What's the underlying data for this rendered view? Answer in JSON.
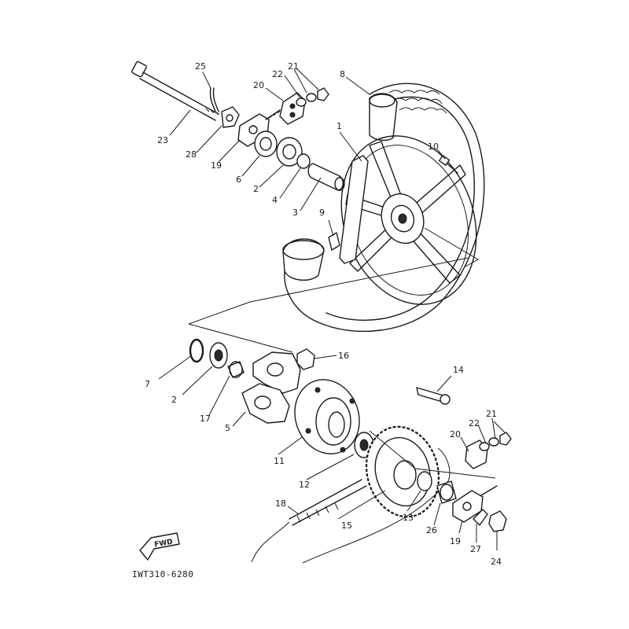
{
  "diagram_code": "IWT310-6280",
  "fwd_label": "FWD",
  "callouts": {
    "c1": "1",
    "c2a": "2",
    "c2b": "2",
    "c3": "3",
    "c4": "4",
    "c5": "5",
    "c6": "6",
    "c7": "7",
    "c8": "8",
    "c9": "9",
    "c10": "10",
    "c11": "11",
    "c12": "12",
    "c13": "13",
    "c14": "14",
    "c15": "15",
    "c16": "16",
    "c17": "17",
    "c18": "18",
    "c19a": "19",
    "c19b": "19",
    "c20a": "20",
    "c20b": "20",
    "c21a": "21",
    "c21b": "21",
    "c22a": "22",
    "c22b": "22",
    "c23": "23",
    "c24": "24",
    "c25": "25",
    "c26": "26",
    "c27": "27",
    "c28": "28"
  }
}
